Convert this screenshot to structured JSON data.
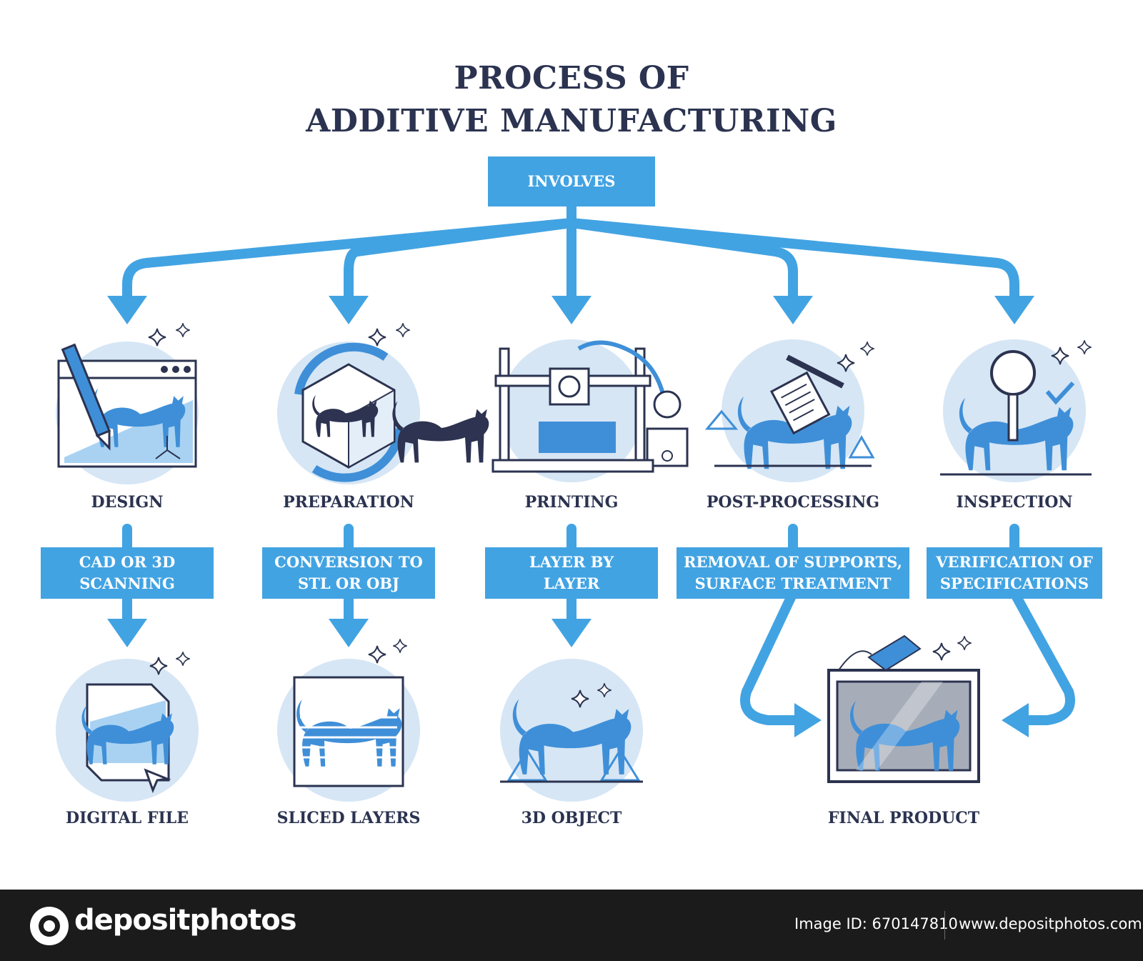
{
  "title": {
    "line1": "PROCESS OF",
    "line2": "ADDITIVE MANUFACTURING"
  },
  "root": {
    "label": "INVOLVES"
  },
  "stages": [
    {
      "label": "DESIGN",
      "method": [
        "CAD OR 3D",
        "SCANNING"
      ],
      "output": "DIGITAL FILE"
    },
    {
      "label": "PREPARATION",
      "method": [
        "CONVERSION TO",
        "STL OR OBJ"
      ],
      "output": "SLICED LAYERS"
    },
    {
      "label": "PRINTING",
      "method": [
        "LAYER BY",
        "LAYER"
      ],
      "output": "3D OBJECT"
    },
    {
      "label": "POST-PROCESSING",
      "method": [
        "REMOVAL OF SUPPORTS,",
        "SURFACE TREATMENT"
      ]
    },
    {
      "label": "INSPECTION",
      "method": [
        "VERIFICATION OF",
        "SPECIFICATIONS"
      ]
    }
  ],
  "final": {
    "label": "FINAL PRODUCT"
  },
  "icons": [
    "design-window-icon",
    "preparation-cube-icon",
    "3d-printer-icon",
    "post-processing-icon",
    "inspection-magnifier-icon",
    "digital-file-icon",
    "sliced-layers-icon",
    "3d-object-icon",
    "final-product-icon"
  ],
  "colors": {
    "accent": "#42a3e2",
    "light_circle": "#d6e6f5",
    "dark_text": "#2b3350",
    "cat_blue": "#3f8fd8",
    "cat_dark": "#2d3350"
  },
  "footer": {
    "brand": "depositphotos",
    "image_id": "Image ID: 670147810",
    "url": "www.depositphotos.com"
  }
}
